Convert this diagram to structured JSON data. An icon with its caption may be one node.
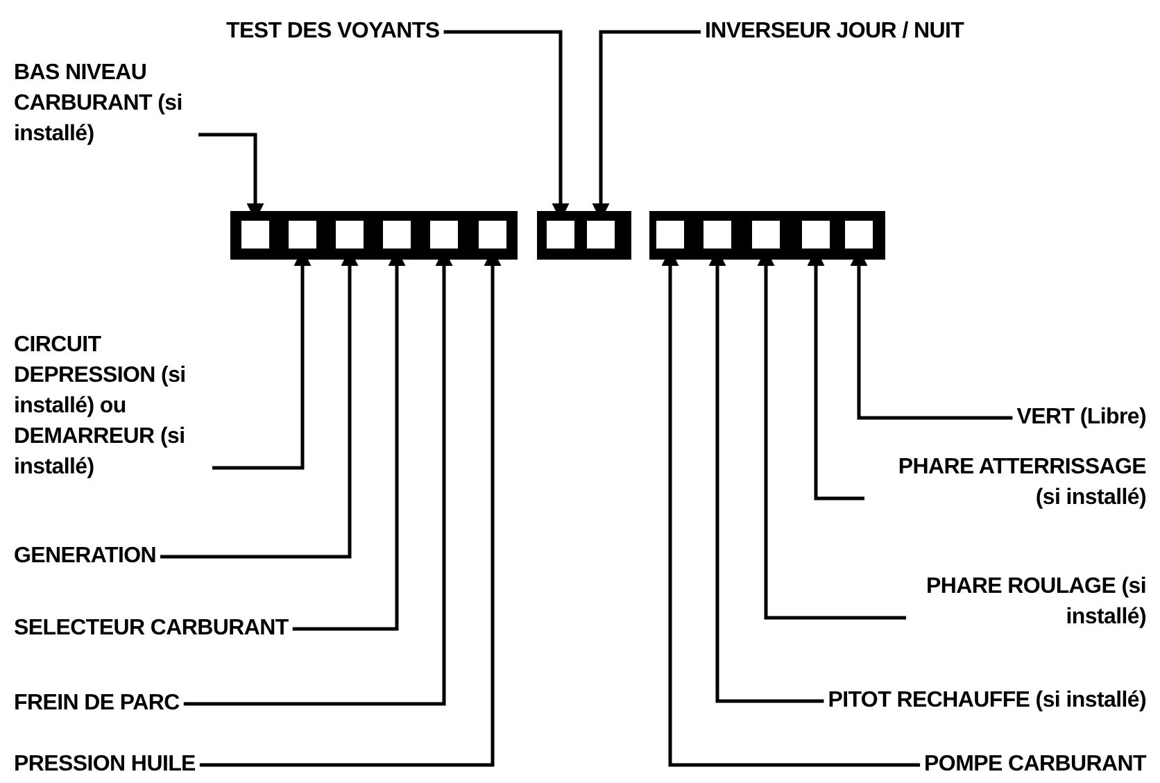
{
  "diagram": {
    "nodes": [
      {
        "text": [
          "BAS NIVEAU CARBURANT (si installé)"
        ]
      },
      {
        "text": [
          "TEST DES VOYANTS"
        ]
      },
      {
        "text": [
          "INVERSEUR JOUR / NUIT"
        ]
      },
      {
        "text": [
          "CIRCUIT DEPRESSION (si installé) ou DEMARREUR (si installé)"
        ]
      },
      {
        "text": [
          "GENERATION"
        ]
      },
      {
        "text": [
          "SELECTEUR CARBURANT"
        ]
      },
      {
        "text": [
          "FREIN DE PARC"
        ]
      },
      {
        "text": [
          "PRESSION HUILE"
        ]
      },
      {
        "text": [
          "VERT (Libre)"
        ]
      },
      {
        "text": [
          "PHARE ATTERRISSAGE (si installé)"
        ]
      },
      {
        "text": [
          "PHARE ROULAGE (si installé)"
        ]
      },
      {
        "text": [
          "PITOT RECHAUFFE (si installé)"
        ]
      },
      {
        "text": [
          "POMPE CARBURANT"
        ]
      },
      {
        "text": [],
        "shape": "bar"
      },
      {
        "text": [],
        "shape": "bar"
      },
      {
        "text": [],
        "shape": "bar"
      },
      {
        "text": [],
        "shape": "box",
        "in": 13
      },
      {
        "text": [],
        "shape": "box",
        "in": 13
      },
      {
        "text": [],
        "shape": "box",
        "in": 13
      },
      {
        "text": [],
        "shape": "box",
        "in": 13
      },
      {
        "text": [],
        "shape": "box",
        "in": 13
      },
      {
        "text": [],
        "shape": "box",
        "in": 13
      },
      {
        "text": [],
        "shape": "box",
        "in": 14
      },
      {
        "text": [],
        "shape": "box",
        "in": 14
      },
      {
        "text": [],
        "shape": "box",
        "in": 15
      },
      {
        "text": [],
        "shape": "box",
        "in": 15
      },
      {
        "text": [],
        "shape": "box",
        "in": 15
      },
      {
        "text": [],
        "shape": "box",
        "in": 15
      },
      {
        "text": [],
        "shape": "box",
        "in": 15
      }
    ],
    "edges": [
      {
        "from": 0,
        "to": 16,
        "arrow": "to"
      },
      {
        "from": 1,
        "to": 22,
        "arrow": "to"
      },
      {
        "from": 2,
        "to": 23,
        "arrow": "to"
      },
      {
        "from": 3,
        "to": 17,
        "arrow": "to"
      },
      {
        "from": 4,
        "to": 18,
        "arrow": "to"
      },
      {
        "from": 5,
        "to": 19,
        "arrow": "to"
      },
      {
        "from": 6,
        "to": 20,
        "arrow": "to"
      },
      {
        "from": 7,
        "to": 21,
        "arrow": "to"
      },
      {
        "from": 8,
        "to": 28,
        "arrow": "to"
      },
      {
        "from": 9,
        "to": 27,
        "arrow": "to"
      },
      {
        "from": 10,
        "to": 26,
        "arrow": "to"
      },
      {
        "from": 11,
        "to": 25,
        "arrow": "to"
      },
      {
        "from": 12,
        "to": 24,
        "arrow": "to"
      }
    ]
  }
}
